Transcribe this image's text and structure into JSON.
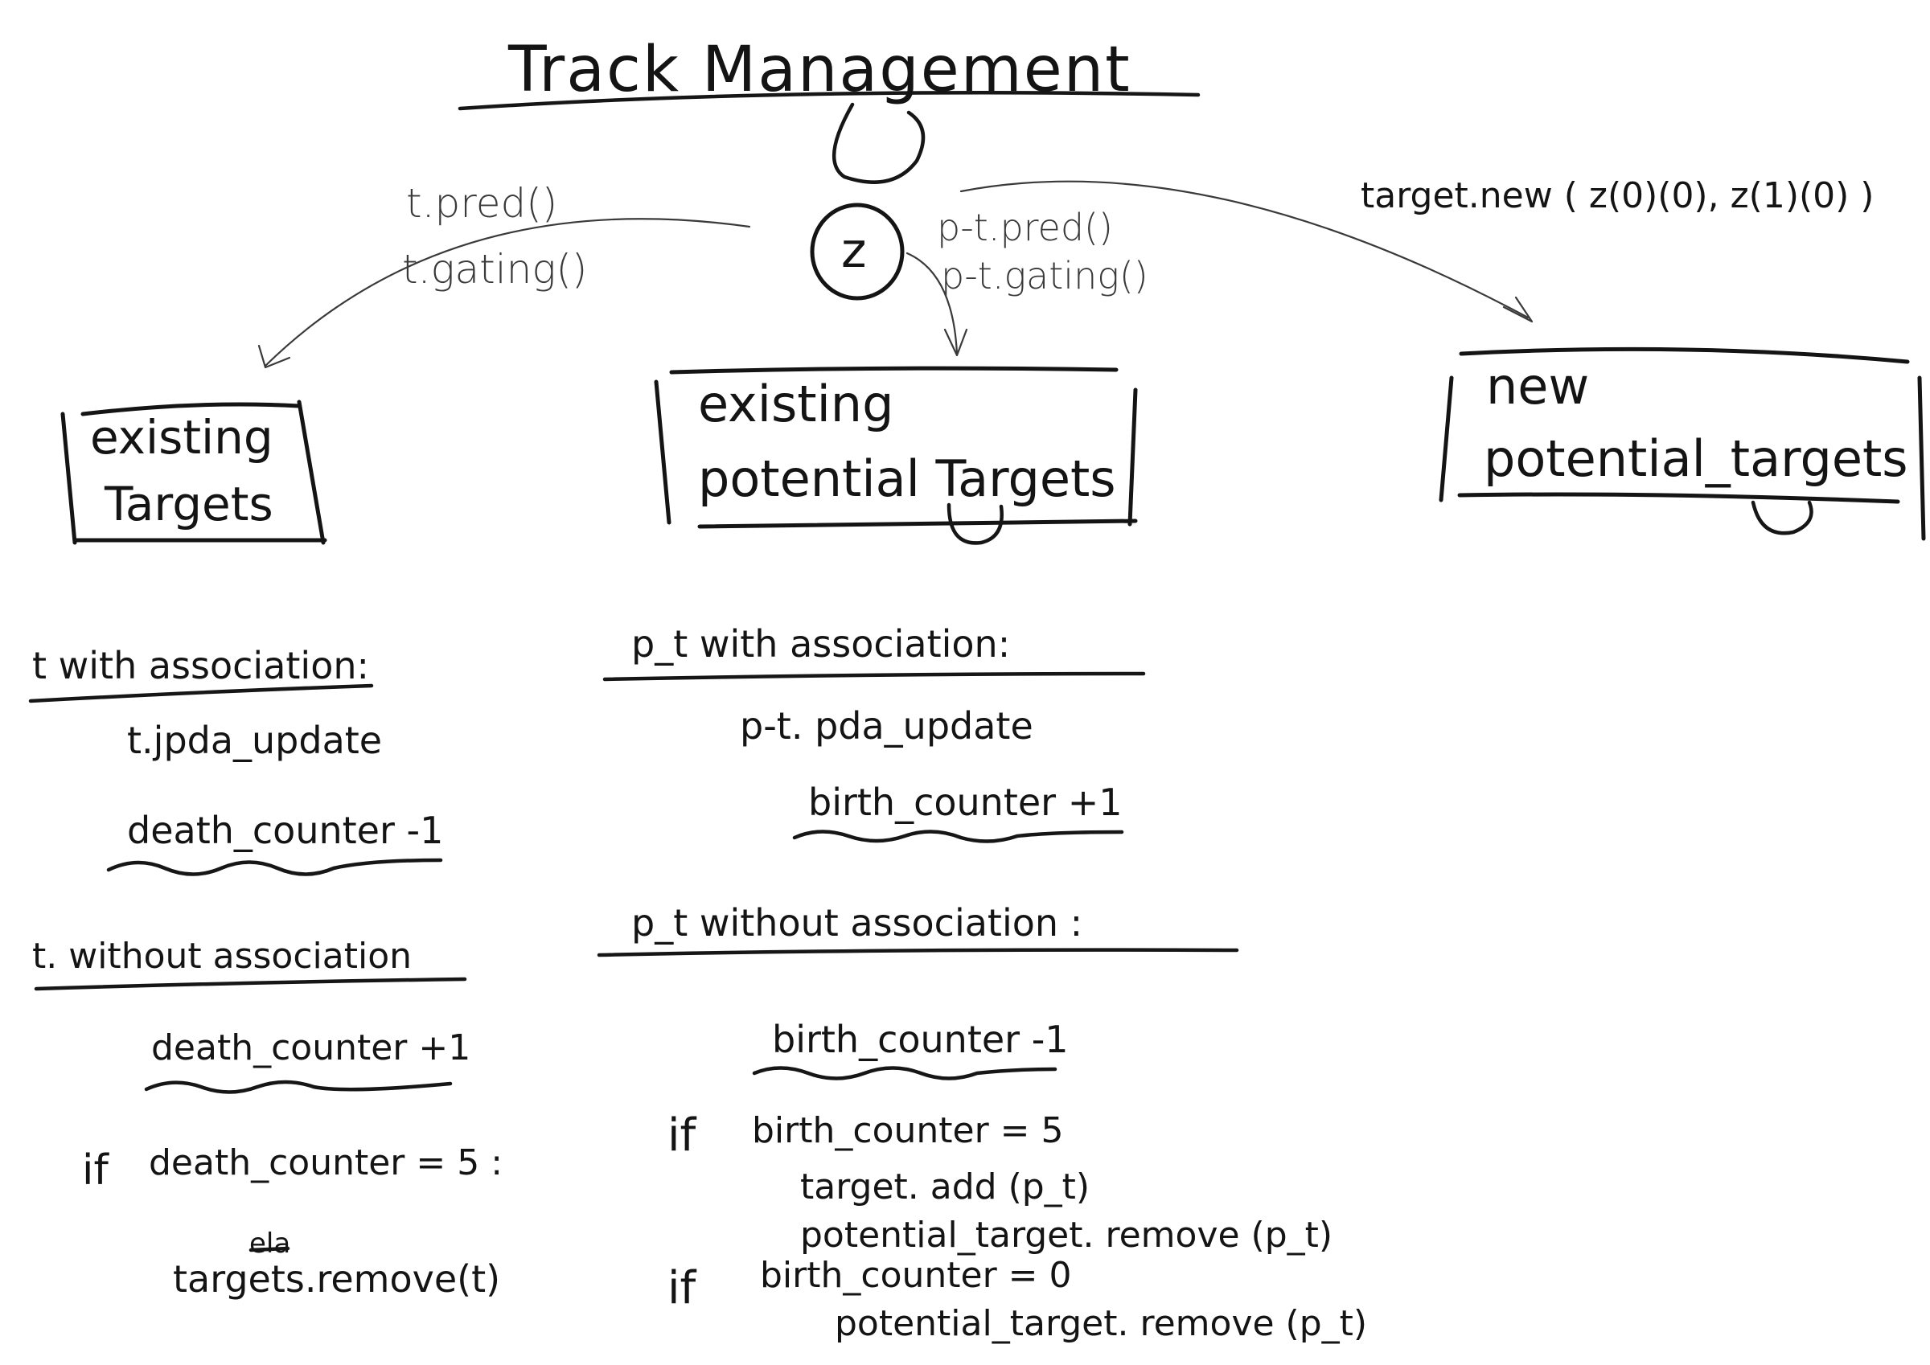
{
  "title": "Track Management",
  "center_node": "z",
  "arrows": {
    "left_label_1": "t.pred()",
    "left_label_2": "t.gating()",
    "center_label_1": "p-t.pred()",
    "center_label_2": "p-t.gating()",
    "right_label": "target.new ( z(0)(0), z(1)(0) )"
  },
  "boxes": {
    "existing_targets": [
      "existing",
      "Targets"
    ],
    "existing_potential_targets": [
      "existing",
      "potential Targets"
    ],
    "new_potential_targets": [
      "new",
      "potential_targets"
    ]
  },
  "left_column": {
    "with_header": "t with association:",
    "with_lines": [
      "t.jpda_update",
      "death_counter -1"
    ],
    "without_header": "t. without association",
    "without_lines": [
      "death_counter +1"
    ],
    "if_keyword": "if",
    "if_condition": "death_counter = 5 :",
    "struck_word": "ela",
    "action": "targets.remove(t)"
  },
  "middle_column": {
    "with_header": "p_t with association:",
    "with_lines": [
      "p-t. pda_update",
      "birth_counter +1"
    ],
    "without_header": "p_t without association :",
    "without_lines": [
      "birth_counter -1"
    ],
    "if1_keyword": "if",
    "if1_condition": "birth_counter = 5",
    "if1_actions": [
      "target. add (p_t)",
      "potential_target. remove (p_t)"
    ],
    "if2_keyword": "if",
    "if2_condition": "birth_counter = 0",
    "if2_actions": [
      "potential_target. remove (p_t)"
    ]
  }
}
